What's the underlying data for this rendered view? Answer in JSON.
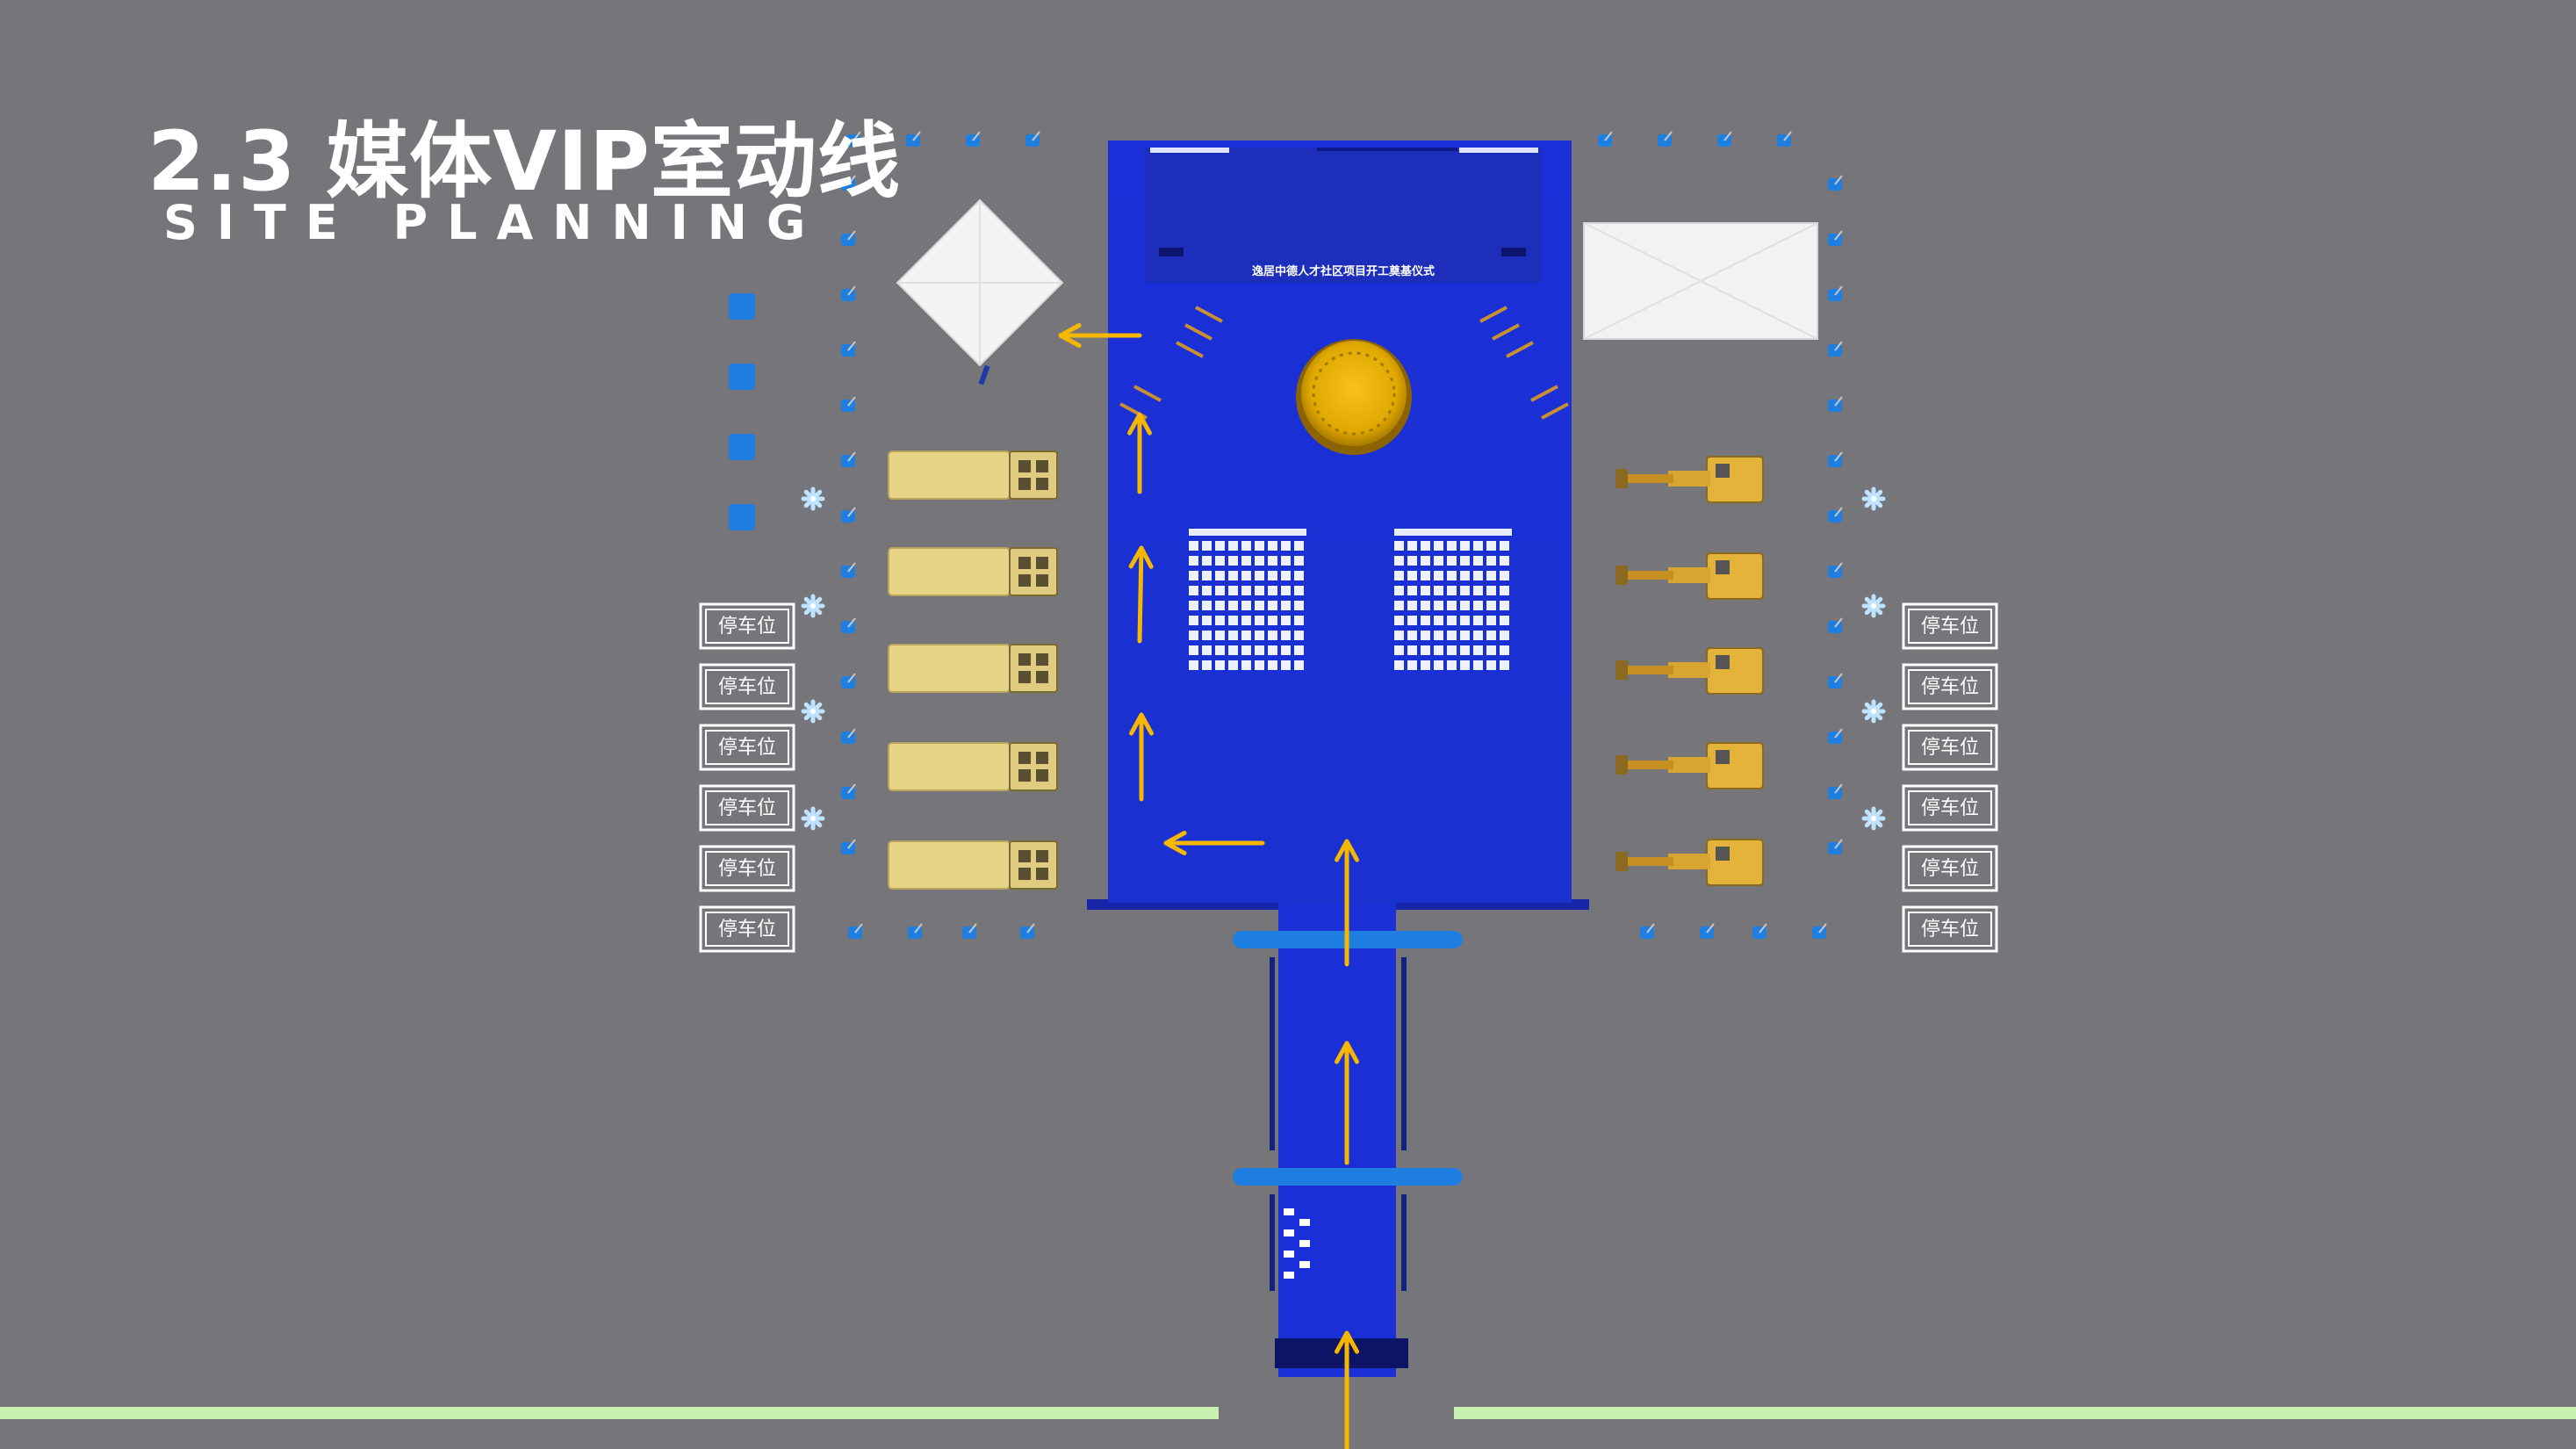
{
  "header": {
    "title": "2.3 媒体VIP室动线",
    "subtitle": "SITE PLANNING"
  },
  "stage": {
    "banner_text": "逸居中德人才社区项目开工奠基仪式"
  },
  "parking": {
    "label": "停车位",
    "left_count": 6,
    "right_count": 6
  },
  "colors": {
    "background": "#76767a",
    "carpet": "#1a2fd6",
    "arrow": "#f6b700",
    "truck": "#e8d486",
    "excavator": "#e4b43a",
    "tent": "#f2f2f2",
    "barrier": "#1e7fe0",
    "road_line": "#c8f0b0"
  },
  "icons": {
    "arrow": "arrow-icon",
    "fan": "fan-icon",
    "truck": "truck-icon",
    "excavator": "excavator-icon",
    "tent": "tent-icon",
    "drum": "drum-icon"
  }
}
